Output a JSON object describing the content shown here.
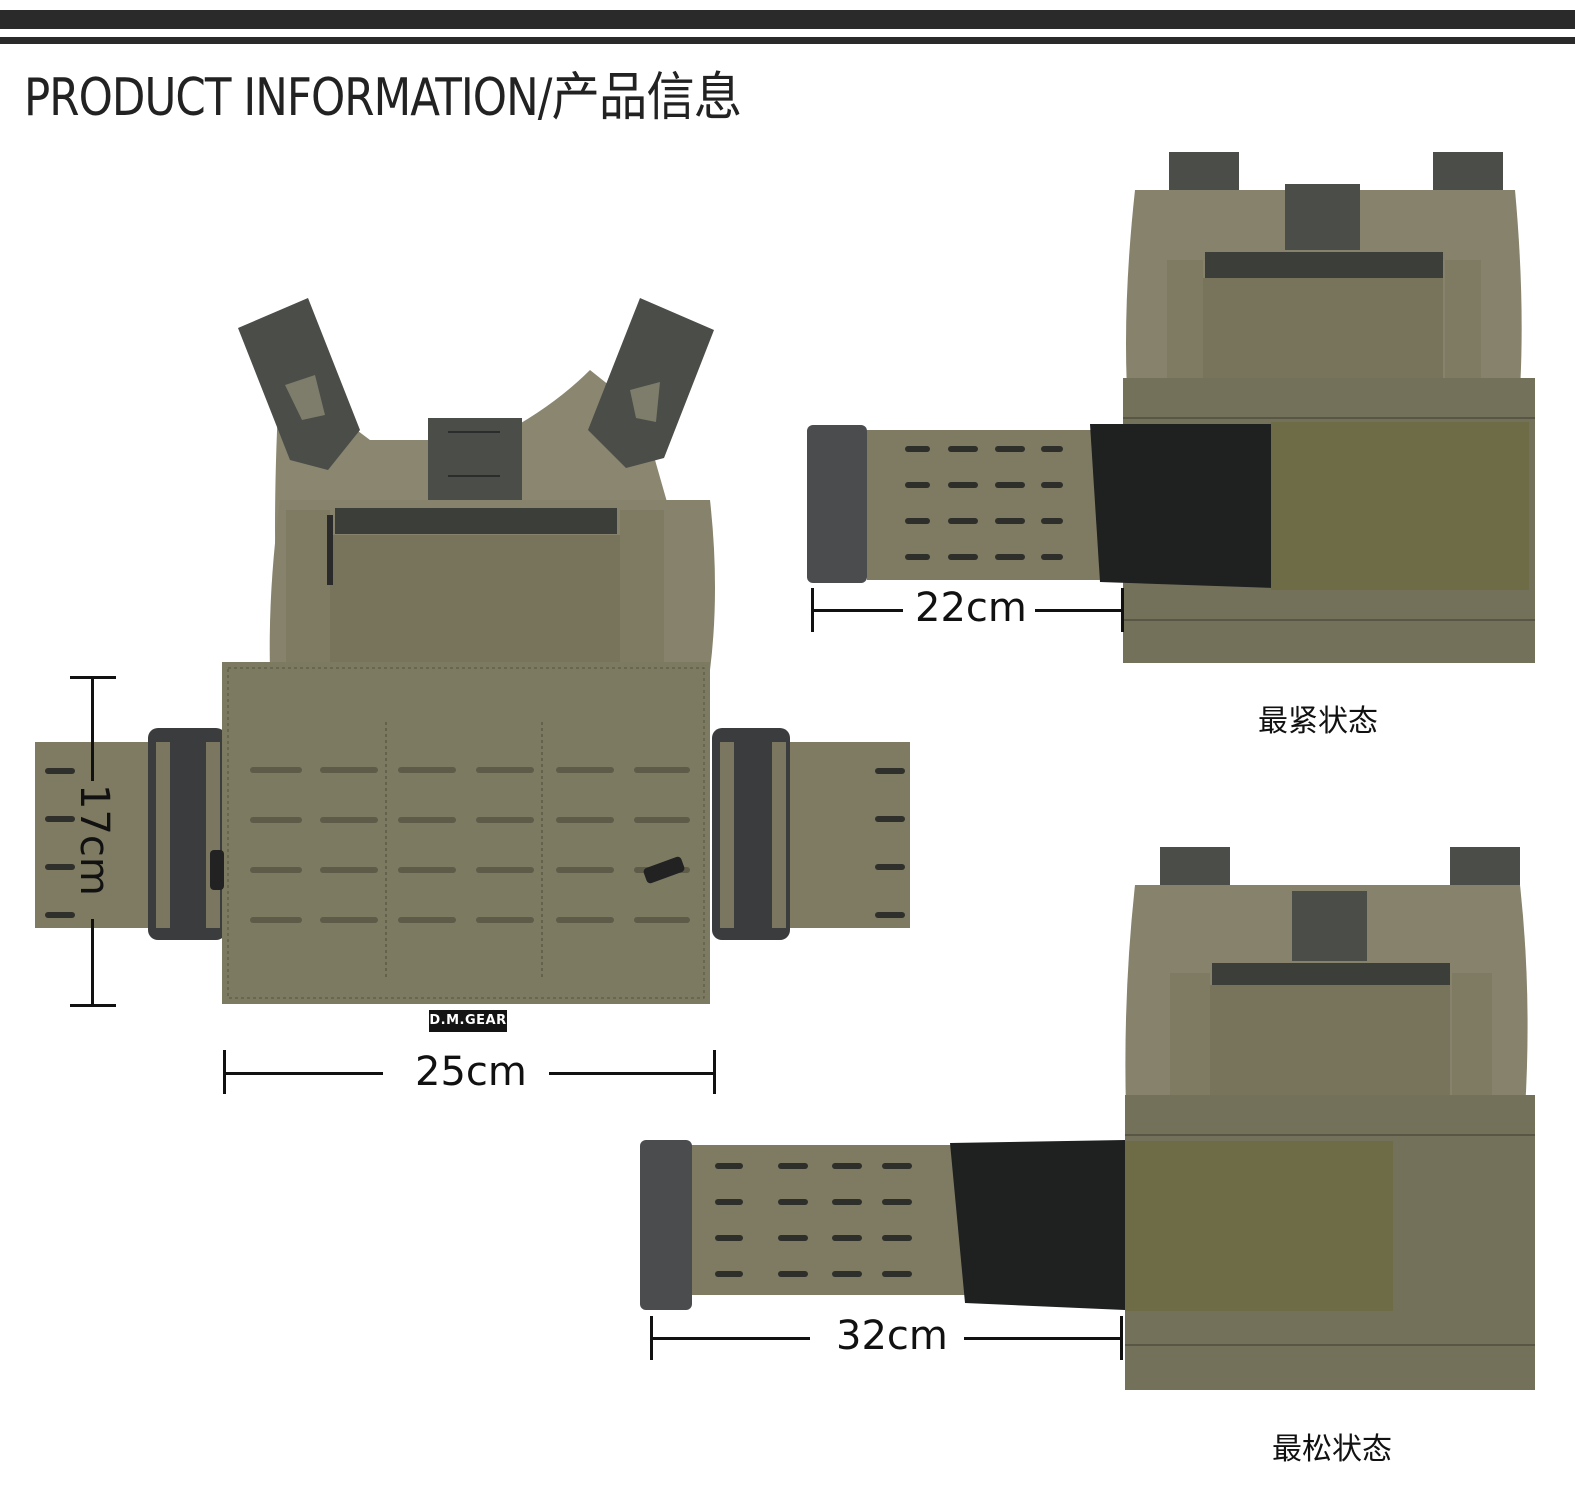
{
  "header": {
    "title": "PRODUCT INFORMATION/产品信息",
    "bar_color": "#2a2a2a"
  },
  "main_photo": {
    "subject": "plate carrier vest front view",
    "brand_tag": "D.M.GEAR",
    "dimensions": {
      "width_label": "25cm",
      "height_label": "17cm"
    }
  },
  "tight_state": {
    "subject": "plate carrier with cummerbund tightest",
    "dimension_label": "22cm",
    "caption": "最紧状态"
  },
  "loose_state": {
    "subject": "plate carrier with cummerbund loosest",
    "dimension_label": "32cm",
    "caption": "最松状态"
  },
  "colors": {
    "fabric_ranger_green": "#7d7a62",
    "fabric_light": "#8a8670",
    "velcro": "#75715a",
    "strap_dark": "#4a4d48",
    "elastic_black": "#1f2020",
    "buckle_gray": "#3a3c3e"
  }
}
